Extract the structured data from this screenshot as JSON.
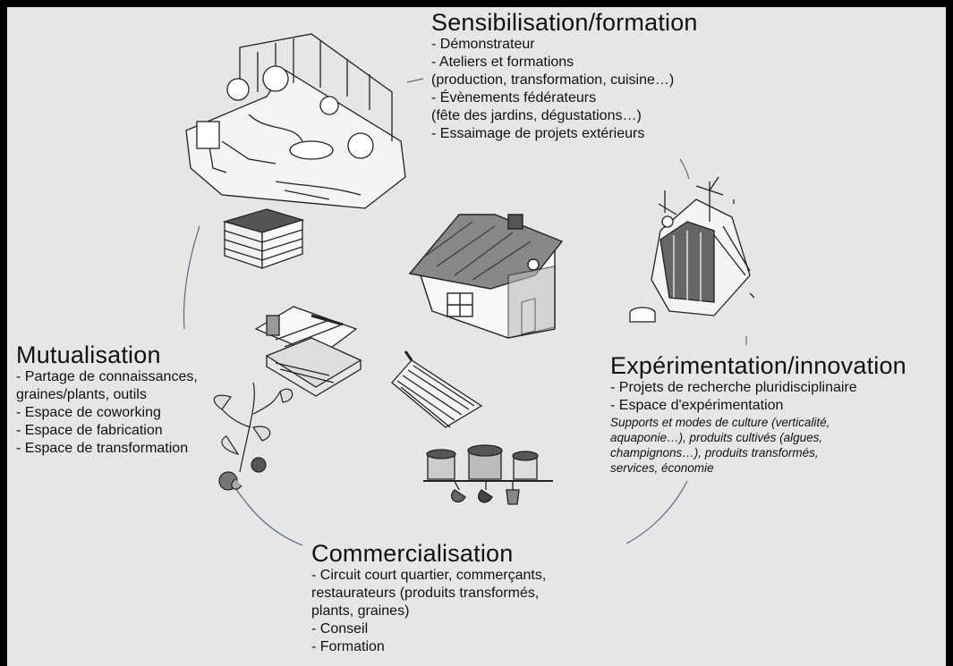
{
  "sections": {
    "sensibilisation": {
      "title": "Sensibilisation/formation",
      "items": [
        "- Démonstrateur",
        "- Ateliers et formations",
        "(production, transformation, cuisine…)",
        "- Évènements fédérateurs",
        "(fête des jardins, dégustations…)",
        "- Essaimage de projets extérieurs"
      ]
    },
    "mutualisation": {
      "title": "Mutualisation",
      "items": [
        "- Partage de connaissances,",
        "graines/plants, outils",
        "- Espace de coworking",
        "- Espace de fabrication",
        "- Espace de transformation"
      ]
    },
    "experimentation": {
      "title": "Expérimentation/innovation",
      "items": [
        "- Projets de recherche pluridisciplinaire",
        "- Espace d'expérimentation"
      ],
      "notes": [
        "Supports et modes de culture (verticalité,",
        "aquaponie…), produits cultivés (algues,",
        "champignons…), produits transformés,",
        "services, économie"
      ]
    },
    "commercialisation": {
      "title": "Commercialisation",
      "items": [
        "- Circuit court quartier, commerçants,",
        "restaurateurs (produits transformés,",
        "plants, graines)",
        "- Conseil",
        "- Formation"
      ]
    }
  },
  "illustrations": [
    "garden-plan-illustration",
    "compost-bin-illustration",
    "house-illustration",
    "vertical-garden-machine-illustration",
    "tools-box-illustration",
    "pepper-plant-illustration",
    "rake-illustration",
    "jars-illustration"
  ]
}
